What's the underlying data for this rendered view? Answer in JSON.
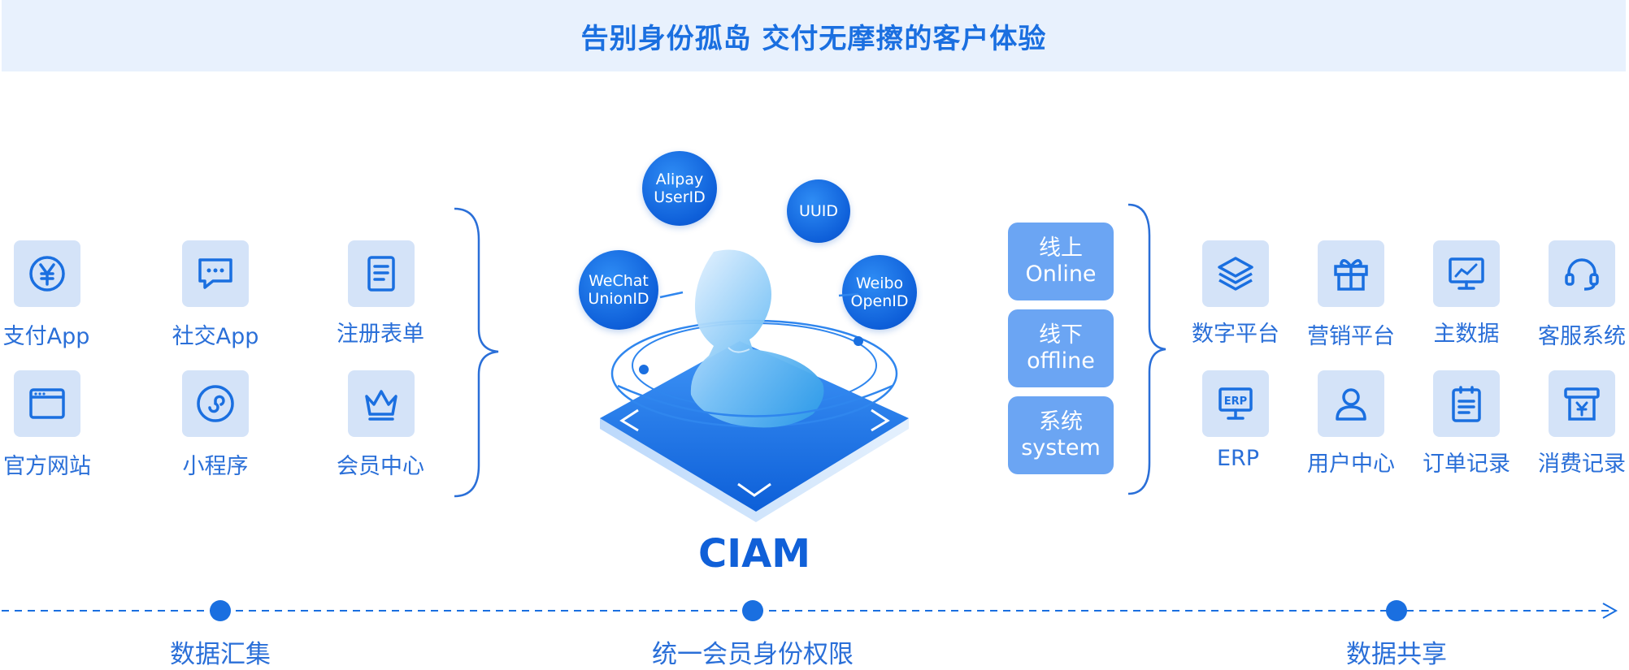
{
  "banner": {
    "title": "告别身份孤岛  交付无摩擦的客户体验"
  },
  "sources": [
    {
      "label": "支付App",
      "icon": "yen-icon"
    },
    {
      "label": "社交App",
      "icon": "chat-icon"
    },
    {
      "label": "注册表单",
      "icon": "form-icon"
    },
    {
      "label": "官方网站",
      "icon": "browser-icon"
    },
    {
      "label": "小程序",
      "icon": "mini-program-icon"
    },
    {
      "label": "会员中心",
      "icon": "crown-icon"
    }
  ],
  "identity_ids": [
    {
      "line1": "Alipay",
      "line2": "UserID"
    },
    {
      "line1": "UUID",
      "line2": ""
    },
    {
      "line1": "WeChat",
      "line2": "UnionID"
    },
    {
      "line1": "Weibo",
      "line2": "OpenID"
    }
  ],
  "center": {
    "label": "CIAM"
  },
  "channels": [
    {
      "zh": "线上",
      "en": "Online"
    },
    {
      "zh": "线下",
      "en": "offline"
    },
    {
      "zh": "系统",
      "en": "system"
    }
  ],
  "targets": [
    {
      "label": "数字平台",
      "icon": "layers-icon"
    },
    {
      "label": "营销平台",
      "icon": "gift-icon"
    },
    {
      "label": "主数据",
      "icon": "monitor-chart-icon"
    },
    {
      "label": "客服系统",
      "icon": "headset-icon"
    },
    {
      "label": "ERP",
      "icon": "erp-icon"
    },
    {
      "label": "用户中心",
      "icon": "user-icon"
    },
    {
      "label": "订单记录",
      "icon": "clipboard-icon"
    },
    {
      "label": "消费记录",
      "icon": "receipt-icon"
    }
  ],
  "timeline": [
    {
      "label": "数据汇集"
    },
    {
      "label": "统一会员身份权限"
    },
    {
      "label": "数据共享"
    }
  ],
  "colors": {
    "primary": "#1a6fe0",
    "tile_bg": "#d4e3f8",
    "channel_bg": "#6ba5f3",
    "banner_bg": "#e8f1fd"
  }
}
